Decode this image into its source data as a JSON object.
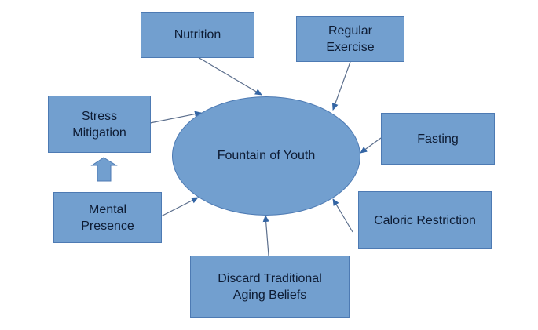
{
  "diagram": {
    "type": "concept-map",
    "center": {
      "label": "Fountain of Youth",
      "shape": "ellipse"
    },
    "nodes": [
      {
        "id": "nutrition",
        "label": "Nutrition"
      },
      {
        "id": "regular-exercise",
        "label": "Regular\nExercise"
      },
      {
        "id": "fasting",
        "label": "Fasting"
      },
      {
        "id": "caloric-restriction",
        "label": "Caloric Restriction"
      },
      {
        "id": "discard-beliefs",
        "label": "Discard Traditional\nAging Beliefs"
      },
      {
        "id": "mental-presence",
        "label": "Mental\nPresence"
      },
      {
        "id": "stress-mitigation",
        "label": "Stress\nMitigation"
      }
    ],
    "edges": [
      {
        "from": "nutrition",
        "to": "center"
      },
      {
        "from": "regular-exercise",
        "to": "center"
      },
      {
        "from": "fasting",
        "to": "center"
      },
      {
        "from": "caloric-restriction",
        "to": "center"
      },
      {
        "from": "discard-beliefs",
        "to": "center"
      },
      {
        "from": "mental-presence",
        "to": "center"
      },
      {
        "from": "stress-mitigation",
        "to": "center"
      },
      {
        "from": "mental-presence",
        "to": "stress-mitigation",
        "style": "block-arrow"
      }
    ],
    "colors": {
      "fill": "#729fcf",
      "border": "#4d7ab3",
      "text": "#0d1b33",
      "connector": "#5b6e8c",
      "arrowhead": "#3465a4"
    }
  }
}
